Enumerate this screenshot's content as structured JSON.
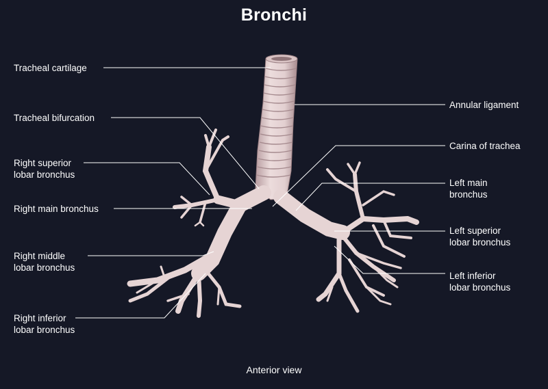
{
  "title": "Bronchi",
  "caption": "Anterior view",
  "labels": {
    "tracheal_cartilage": "Tracheal cartilage",
    "tracheal_bifurcation": "Tracheal bifurcation",
    "right_superior": "Right superior\nlobar bronchus",
    "right_main": "Right main bronchus",
    "right_middle": "Right middle\nlobar bronchus",
    "right_inferior": "Right inferior\nlobar bronchus",
    "annular_ligament": "Annular ligament",
    "carina": "Carina of trachea",
    "left_main": "Left main\nbronchus",
    "left_superior": "Left superior\nlobar bronchus",
    "left_inferior": "Left inferior\nlobar bronchus"
  },
  "colors": {
    "background": "#151826",
    "tissue": "#e8d6d6",
    "tissue_shadow": "#b79b9f",
    "leader_line": "#ffffff"
  }
}
